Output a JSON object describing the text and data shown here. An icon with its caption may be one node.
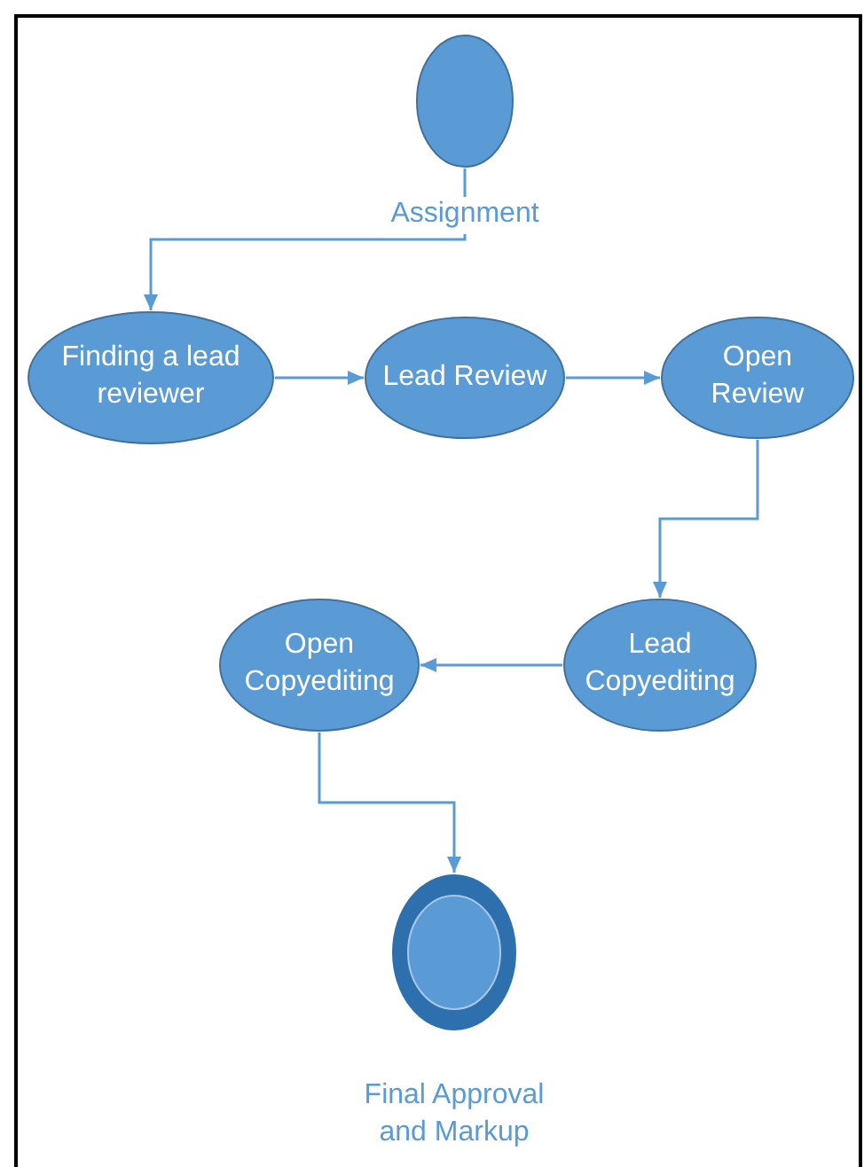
{
  "diagram": {
    "nodes": [
      {
        "text": [
          "Assignment"
        ]
      },
      {
        "text": [
          "Finding a lead reviewer"
        ]
      },
      {
        "text": [
          "Lead Review"
        ]
      },
      {
        "text": [
          "Open Review"
        ]
      },
      {
        "text": [
          "Lead Copyediting"
        ]
      },
      {
        "text": [
          "Open Copyediting"
        ]
      },
      {
        "text": [
          "Final Approval and Markup"
        ]
      }
    ],
    "edges": [
      {
        "from": 0,
        "to": 1,
        "arrow": "to"
      },
      {
        "from": 1,
        "to": 2,
        "arrow": "to"
      },
      {
        "from": 2,
        "to": 3,
        "arrow": "to"
      },
      {
        "from": 3,
        "to": 4,
        "arrow": "to"
      },
      {
        "from": 4,
        "to": 5,
        "arrow": "to"
      },
      {
        "from": 5,
        "to": 6,
        "arrow": "to"
      }
    ]
  }
}
